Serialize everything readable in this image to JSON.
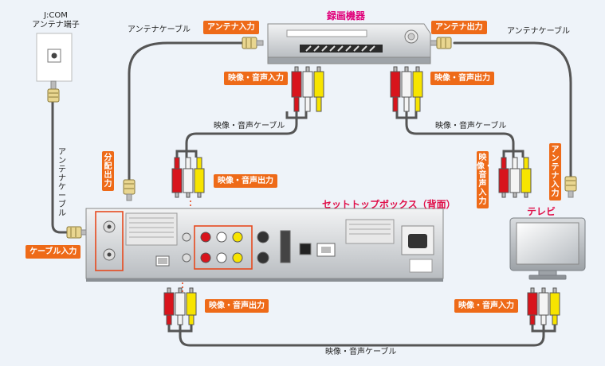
{
  "labels": {
    "jcom_line1": "J:COM",
    "jcom_line2": "アンテナ端子",
    "recorder_title": "録画機器",
    "stb_title": "セットトップボックス（背面）",
    "tv_title": "テレビ",
    "antenna_cable_top_left": "アンテナケーブル",
    "antenna_cable_top_right": "アンテナケーブル",
    "antenna_cable_left_vertical": "アンテナケーブル",
    "antenna_input_top": "アンテナ入力",
    "antenna_output_top": "アンテナ出力",
    "av_input_recorder": "映像・音声入力",
    "av_output_recorder": "映像・音声出力",
    "av_cable_upper_left": "映像・音声ケーブル",
    "av_cable_upper_right": "映像・音声ケーブル",
    "av_cable_bottom": "映像・音声ケーブル",
    "split_output": "分配出力",
    "av_output_stb_upper": "映像・音声出力",
    "tv_av_input_vertical": "映像・音声入力",
    "tv_antenna_input_vertical": "アンテナ入力",
    "cable_input": "ケーブル入力",
    "av_output_stb_lower": "映像・音声出力",
    "tv_av_input_lower": "映像・音声入力"
  },
  "colors": {
    "tag_orange": "#ee6a18",
    "title_pink": "#e0007a",
    "title_red": "#e0114a",
    "plug_red": "#d8141c",
    "plug_white": "#f4f4f4",
    "plug_yellow": "#f7e400",
    "cable_gray": "#555555",
    "device_silver": "#cfd3d6"
  },
  "icons": {
    "jcom_outlet": "antenna-wall-outlet-icon",
    "recorder": "video-recorder-icon",
    "stb": "set-top-box-rear-panel-icon",
    "tv": "television-icon",
    "rca": "rca-plug-icon",
    "f_connector": "antenna-connector-icon"
  }
}
